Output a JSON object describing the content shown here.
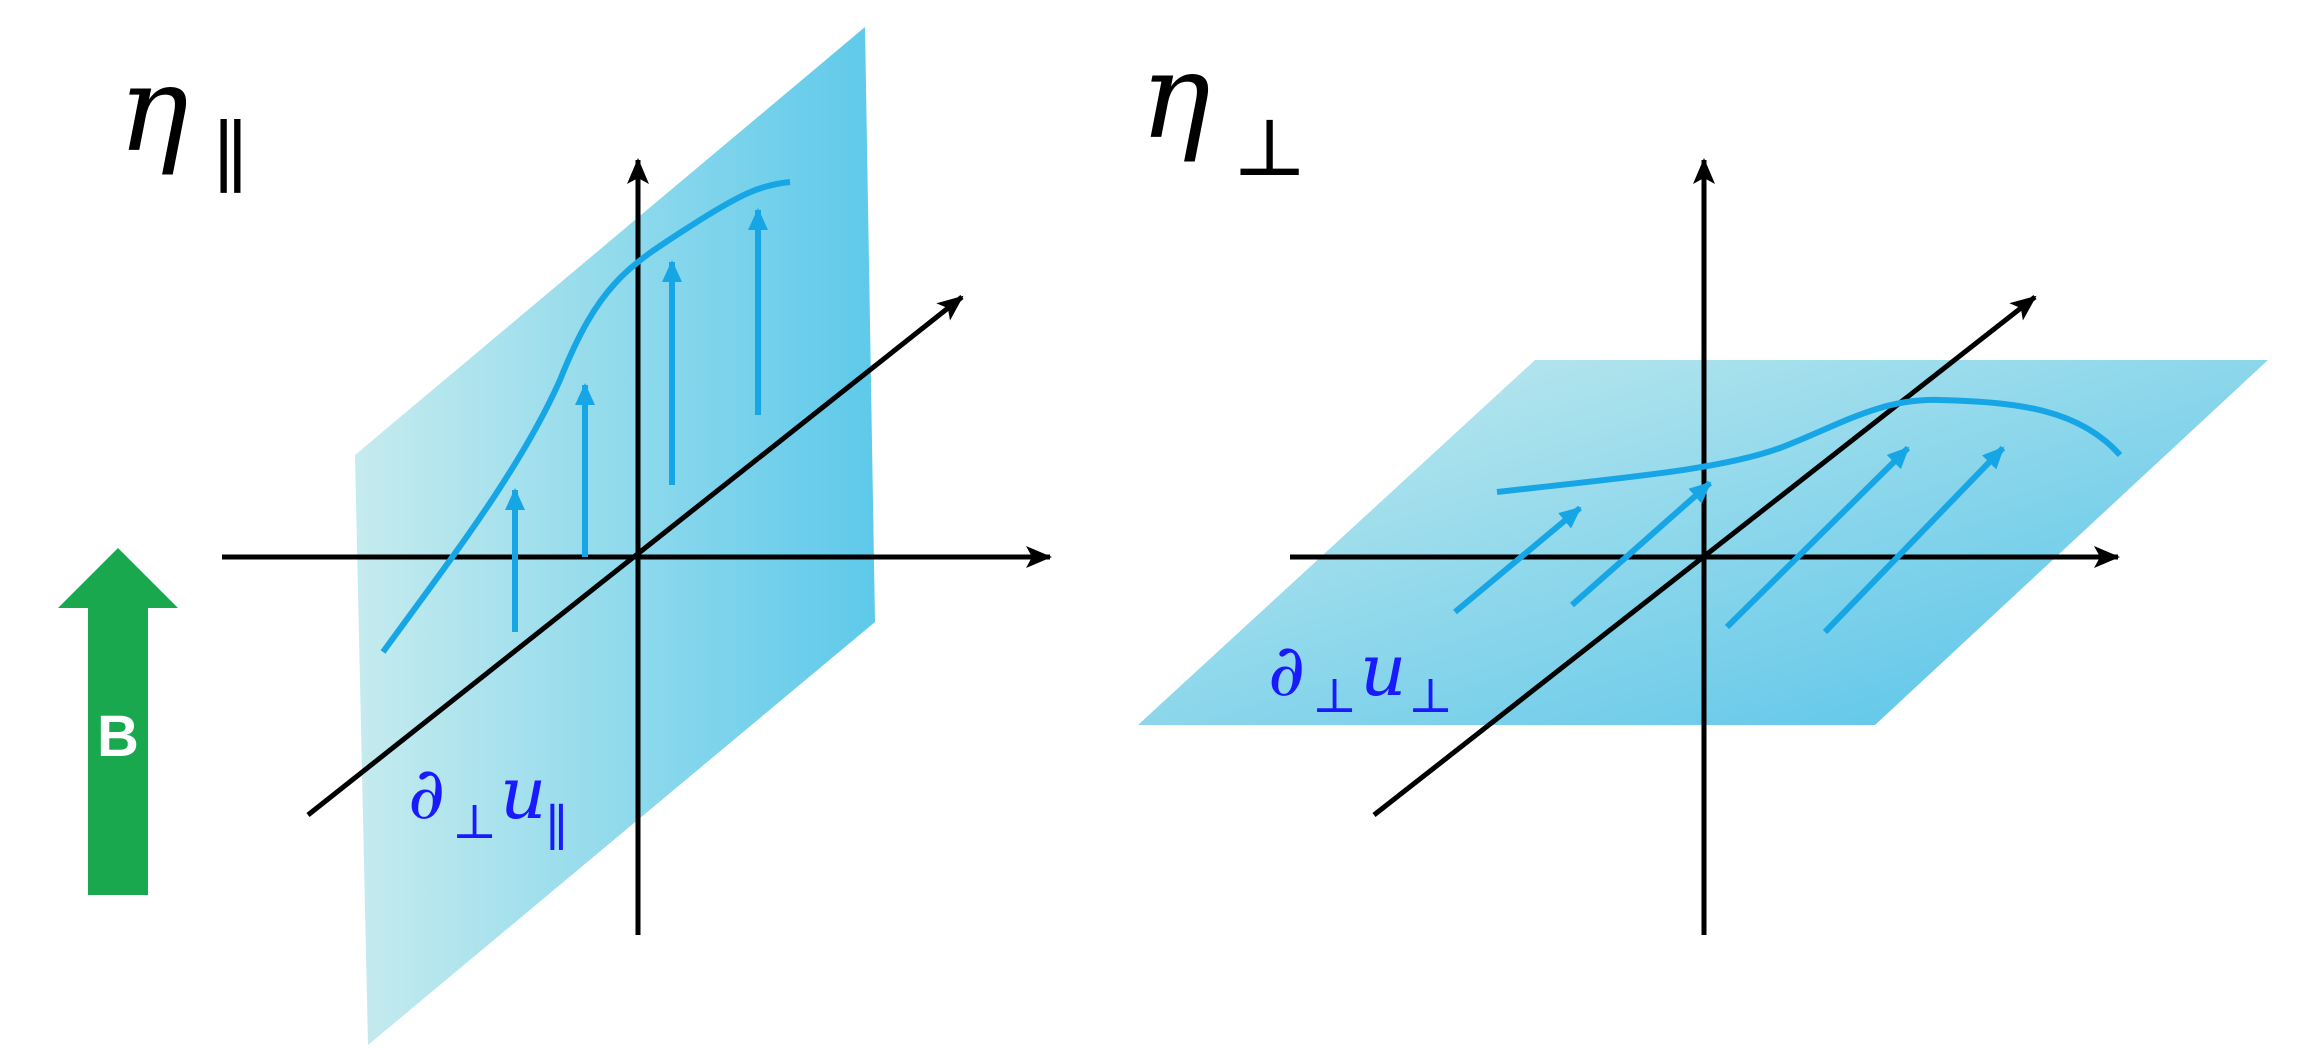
{
  "left_panel": {
    "title_symbol": "η",
    "title_subscript": "∥",
    "plane_label_main": "∂",
    "plane_label_sub1": "⊥",
    "plane_label_u": "u",
    "plane_label_sub2": "∥"
  },
  "right_panel": {
    "title_symbol": "η",
    "title_subscript": "⊥",
    "plane_label_main": "∂",
    "plane_label_sub1": "⊥",
    "plane_label_u": "u",
    "plane_label_sub2": "⊥"
  },
  "field_arrow": {
    "label": "B",
    "color": "#1aa84f"
  },
  "colors": {
    "plane_light": "#bfe9ec",
    "plane_dark": "#4cc3e8",
    "curve": "#16a6e6",
    "axis": "#000000",
    "label": "#1a1aff"
  }
}
